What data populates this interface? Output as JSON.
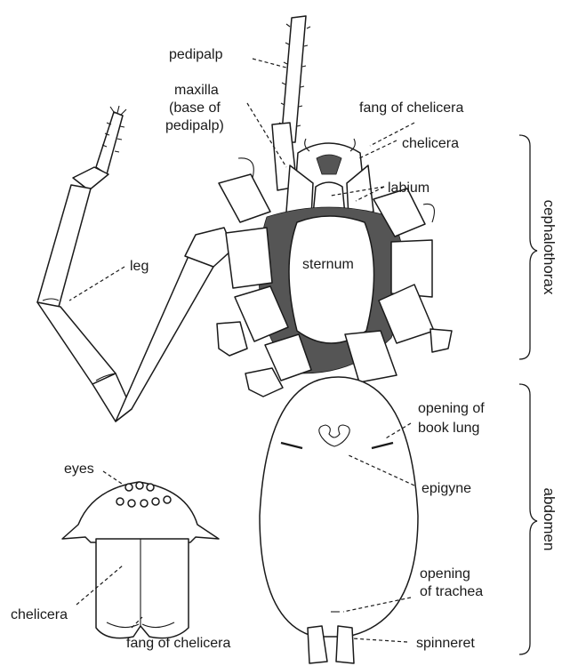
{
  "labels": {
    "pedipalp": "pedipalp",
    "maxilla_1": "maxilla",
    "maxilla_2": "(base of",
    "maxilla_3": "pedipalp)",
    "fang_top": "fang of chelicera",
    "chelicera_top": "chelicera",
    "labium": "labium",
    "leg": "leg",
    "sternum": "sternum",
    "cephalothorax": "cephalothorax",
    "book_lung_1": "opening of",
    "book_lung_2": "book lung",
    "epigyne": "epigyne",
    "abdomen": "abdomen",
    "trachea_1": "opening",
    "trachea_2": "of trachea",
    "spinneret": "spinneret",
    "eyes": "eyes",
    "chelicera_bottom": "chelicera",
    "fang_bottom": "fang of chelicera"
  },
  "colors": {
    "line": "#1a1a1a",
    "background": "#ffffff"
  }
}
